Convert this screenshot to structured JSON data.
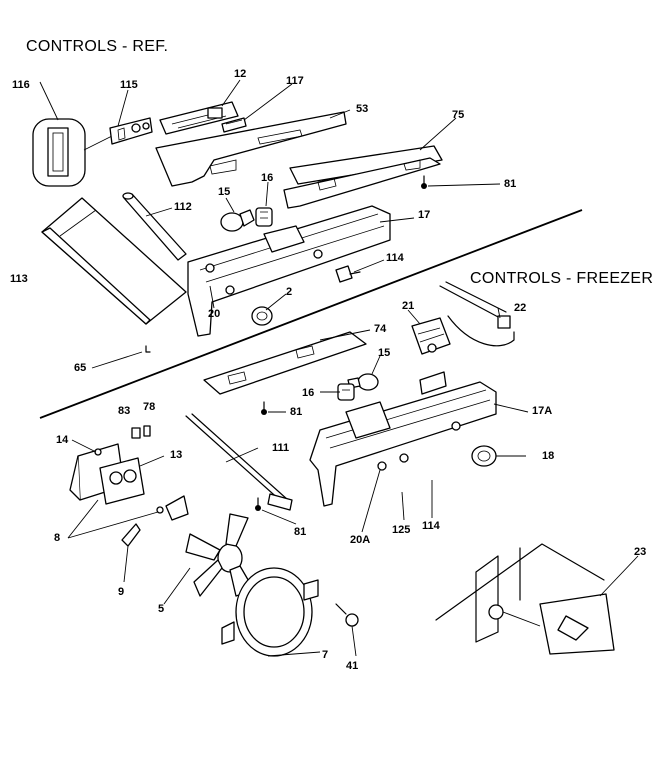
{
  "sections": {
    "ref_title": "CONTROLS - REF.",
    "freezer_title": "CONTROLS - FREEZER"
  },
  "callouts": {
    "c116": "116",
    "c115": "115",
    "c12": "12",
    "c117": "117",
    "c53": "53",
    "c75": "75",
    "c81a": "81",
    "c15a": "15",
    "c16a": "16",
    "c112": "112",
    "c17": "17",
    "c113": "113",
    "c114a": "114",
    "c2": "2",
    "c20": "20",
    "c65": "65",
    "c21": "21",
    "c22": "22",
    "c74": "74",
    "c15b": "15",
    "c16b": "16",
    "c81b": "81",
    "c17a": "17A",
    "c83": "83",
    "c78": "78",
    "c14": "14",
    "c13": "13",
    "c111": "111",
    "c18": "18",
    "c8": "8",
    "c81c": "81",
    "c20a": "20A",
    "c125": "125",
    "c114b": "114",
    "c9": "9",
    "c5": "5",
    "c7": "7",
    "c41": "41",
    "c23": "23"
  }
}
